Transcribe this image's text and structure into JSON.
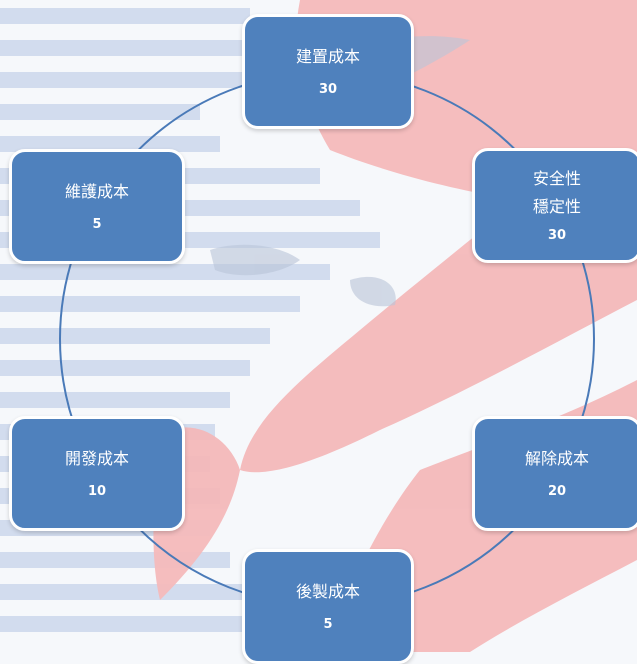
{
  "nodes": {
    "build": {
      "label": "建置成本",
      "value": "30"
    },
    "security": {
      "label_line1": "安全性",
      "label_line2": "穩定性",
      "value": "30"
    },
    "unlock": {
      "label": "解除成本",
      "value": "20"
    },
    "post": {
      "label": "後製成本",
      "value": "5"
    },
    "dev": {
      "label": "開發成本",
      "value": "10"
    },
    "maint": {
      "label": "維護成本",
      "value": "5"
    }
  },
  "colors": {
    "node_fill": "#4f81bd",
    "node_border": "#ffffff",
    "ring_line": "#4f81bd",
    "watermark_stripes": "#c9d5e9",
    "watermark_red": "#f4b8b8"
  }
}
